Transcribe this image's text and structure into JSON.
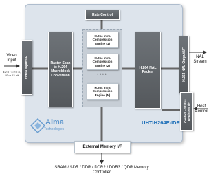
{
  "diagram": {
    "title": "UHT-H264E-IDR",
    "logo": {
      "name": "Alma",
      "sub": "Technologies"
    },
    "blocks": {
      "rate_control": "Rate Control",
      "raster_scan": "Raster Scan to H.264 Macroblock Conversion",
      "engine_1": "H.264 Intra Compression Engine (1)",
      "engine_2": "H.264 Intra Compression Engine (2)",
      "dots": "• • • •",
      "engine_n": "H.264 Intra Compression Engine (N)",
      "nal_packer": "H.264 NAL Packer",
      "ext_mem": "External Memory  I/F",
      "video_input_if": "Video Input I/F",
      "nal_output_if": "H.264 NAL Output I/F",
      "control_status_if": "Control – Status Registers I/F"
    },
    "external": {
      "video_input": "Video Input",
      "video_input_formats": "4:2:0 / 4:2:2 8, 10 or 12-bit",
      "nal_stream": "NAL Stream",
      "host_control": "Host Control",
      "memory": "SRAM / SDR / DDR / DDR2 / DDR3 / QDR Memory Controller"
    },
    "colors": {
      "box_bg": "#dde4ec",
      "dark_block": "#5f6468",
      "title": "#1d6fb8"
    }
  }
}
